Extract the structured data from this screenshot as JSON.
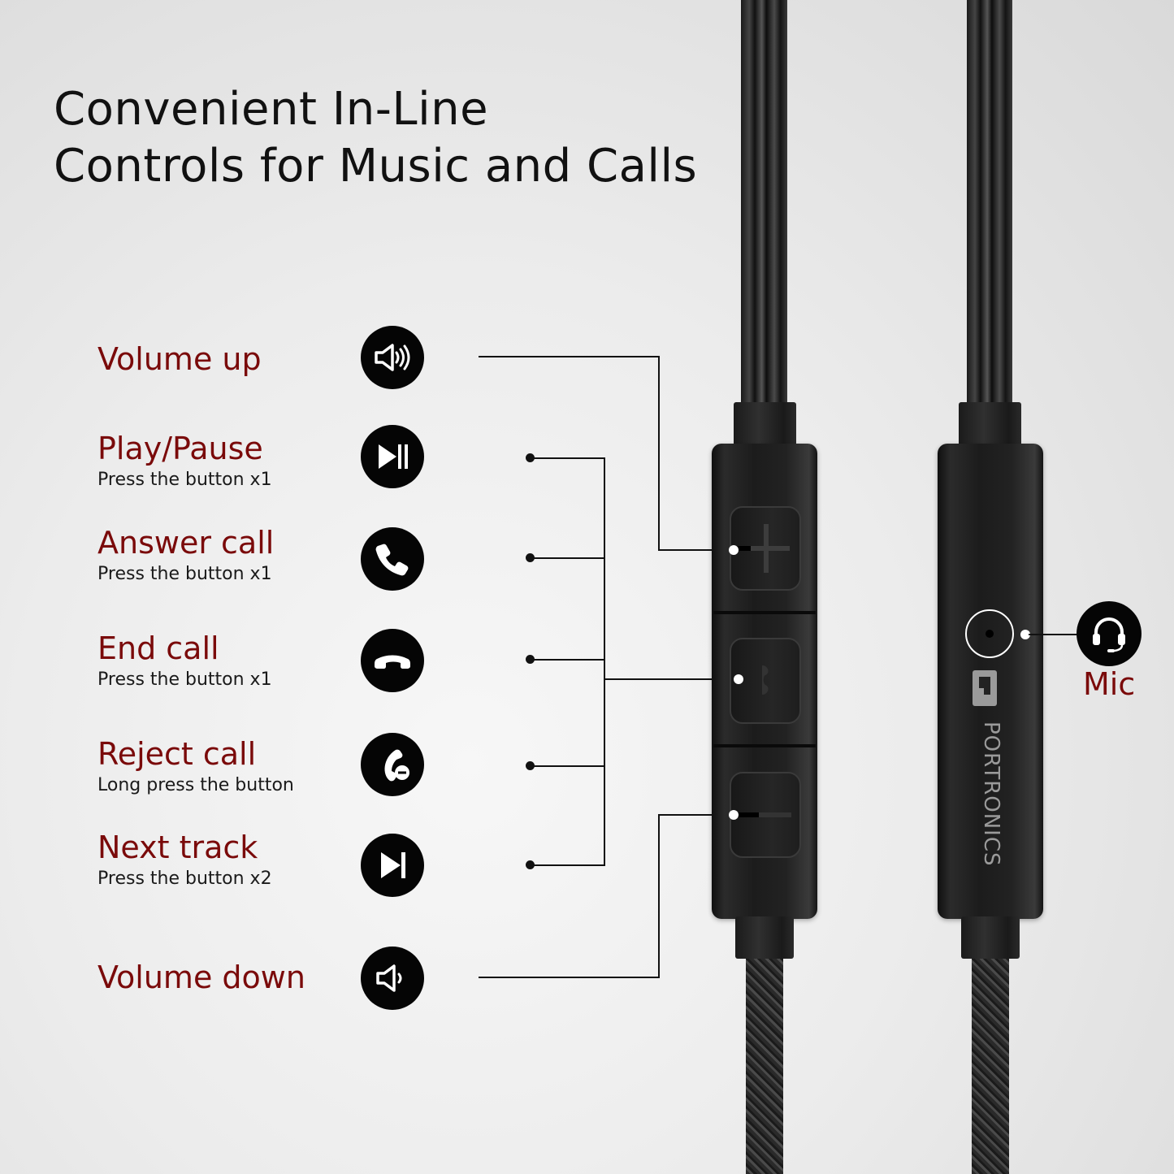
{
  "title": {
    "line1": "Convenient In-Line",
    "line2": "Controls for Music and Calls"
  },
  "controls": [
    {
      "label": "Volume up",
      "sub": "",
      "icon": "volume-up-icon"
    },
    {
      "label": "Play/Pause",
      "sub": "Press the button x1",
      "icon": "play-pause-icon"
    },
    {
      "label": "Answer call",
      "sub": "Press the button x1",
      "icon": "phone-answer-icon"
    },
    {
      "label": "End call",
      "sub": "Press the button x1",
      "icon": "phone-hangup-icon"
    },
    {
      "label": "Reject call",
      "sub": "Long press the button",
      "icon": "phone-reject-icon"
    },
    {
      "label": "Next track",
      "sub": "Press the button x2",
      "icon": "next-track-icon"
    },
    {
      "label": "Volume down",
      "sub": "",
      "icon": "volume-down-icon"
    }
  ],
  "mic": {
    "label": "Mic",
    "icon": "headset-mic-icon"
  },
  "brand": {
    "name": "PORTRONICS"
  },
  "colors": {
    "accent": "#7a0a0a",
    "text": "#111111",
    "icon_bg": "#050505"
  }
}
